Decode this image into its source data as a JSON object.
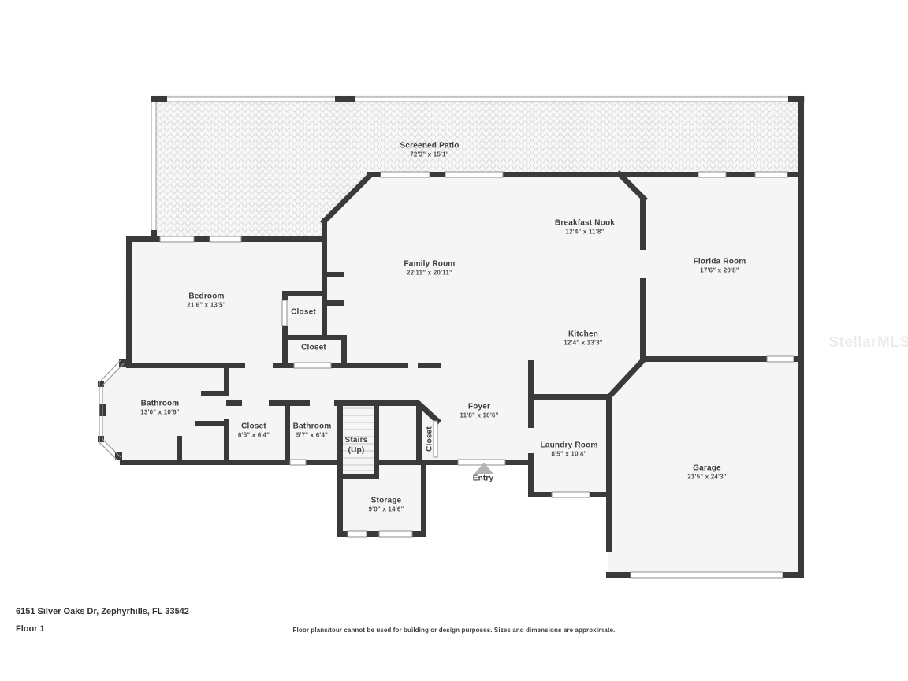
{
  "floorplan": {
    "address": "6151 Silver Oaks Dr, Zephyrhills, FL 33542",
    "floor_label": "Floor 1",
    "disclaimer": "Floor plans/tour cannot be used for building or design purposes. Sizes and dimensions are approximate.",
    "watermark": "StellarMLS",
    "colors": {
      "wall": "#3a3a3a",
      "room_fill": "#f5f5f5",
      "patio_texture_line": "#d9d9d9",
      "window_line": "#8d8d8d",
      "entry_arrow": "#b3b3b3",
      "label_text": "#3d3d3d",
      "watermark_text": "#ececec"
    }
  },
  "rooms": [
    {
      "name": "Screened Patio",
      "dims": "72'3\" x 15'1\""
    },
    {
      "name": "Breakfast Nook",
      "dims": "12'4\" x 11'8\""
    },
    {
      "name": "Florida Room",
      "dims": "17'6\" x 20'8\""
    },
    {
      "name": "Family Room",
      "dims": "22'11\" x 20'11\""
    },
    {
      "name": "Bedroom",
      "dims": "21'6\" x 13'5\""
    },
    {
      "name": "Closet",
      "dims": ""
    },
    {
      "name": "Closet",
      "dims": ""
    },
    {
      "name": "Kitchen",
      "dims": "12'4\" x 13'3\""
    },
    {
      "name": "Bathroom",
      "dims": "13'0\" x 10'6\""
    },
    {
      "name": "Closet",
      "dims": "6'5\" x 6'4\""
    },
    {
      "name": "Bathroom",
      "dims": "5'7\" x 6'4\""
    },
    {
      "name": "Stairs",
      "dims": "(Up)"
    },
    {
      "name": "Closet",
      "dims": ""
    },
    {
      "name": "Foyer",
      "dims": "11'8\" x 10'6\""
    },
    {
      "name": "Laundry Room",
      "dims": "8'5\" x 10'4\""
    },
    {
      "name": "Storage",
      "dims": "9'0\" x 14'6\""
    },
    {
      "name": "Garage",
      "dims": "21'5\" x 24'3\""
    },
    {
      "name": "Entry",
      "dims": ""
    }
  ]
}
